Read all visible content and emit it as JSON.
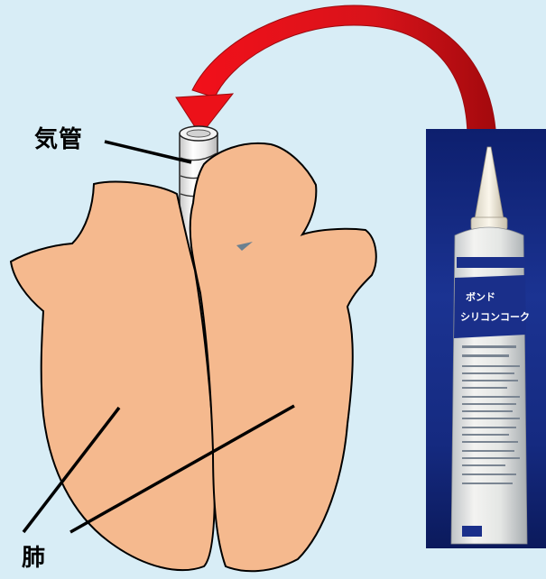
{
  "labels": {
    "trachea": "気管",
    "lung": "肺"
  },
  "product": {
    "brand_text": "ボンド",
    "name_text": "シリコンコーク"
  },
  "colors": {
    "background": "#d8edf6",
    "lung_fill": "#f5b98e",
    "arrow_red": "#e0141b",
    "tube_blue": "#1a2f8a"
  }
}
